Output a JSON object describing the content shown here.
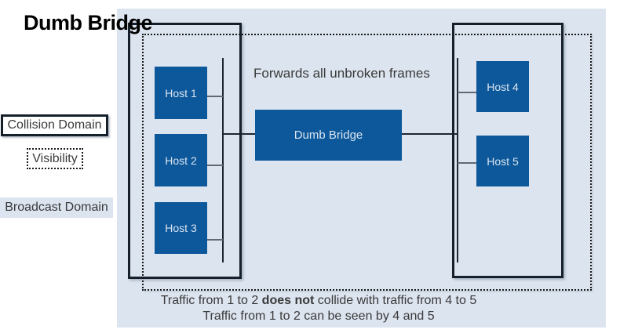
{
  "title": "Dumb Bridge",
  "legend": {
    "collision": "Collision Domain",
    "visibility": "Visibility",
    "broadcast": "Broadcast Domain"
  },
  "diagram": {
    "annotation": "Forwards all unbroken frames",
    "bridge_label": "Dumb Bridge",
    "hosts": [
      {
        "label": "Host 1"
      },
      {
        "label": "Host 2"
      },
      {
        "label": "Host 3"
      },
      {
        "label": "Host 4"
      },
      {
        "label": "Host 5"
      }
    ]
  },
  "captions": {
    "line1_prefix": "Traffic from 1 to 2 ",
    "line1_bold": "does not",
    "line1_suffix": " collide with traffic from 4 to 5",
    "line2": "Traffic from 1 to 2 can be seen by 4 and 5"
  },
  "colors": {
    "panel_bg": "#dce4ef",
    "node_fill": "#0d589b",
    "node_text": "#d9e4f0",
    "outline_dark": "#16202a",
    "dotted_color": "#1a1a1a",
    "wire_dark": "#1c2733",
    "connector_gray": "#5f6a74",
    "text_dark": "#3a3a3a",
    "title_color": "#000000"
  }
}
